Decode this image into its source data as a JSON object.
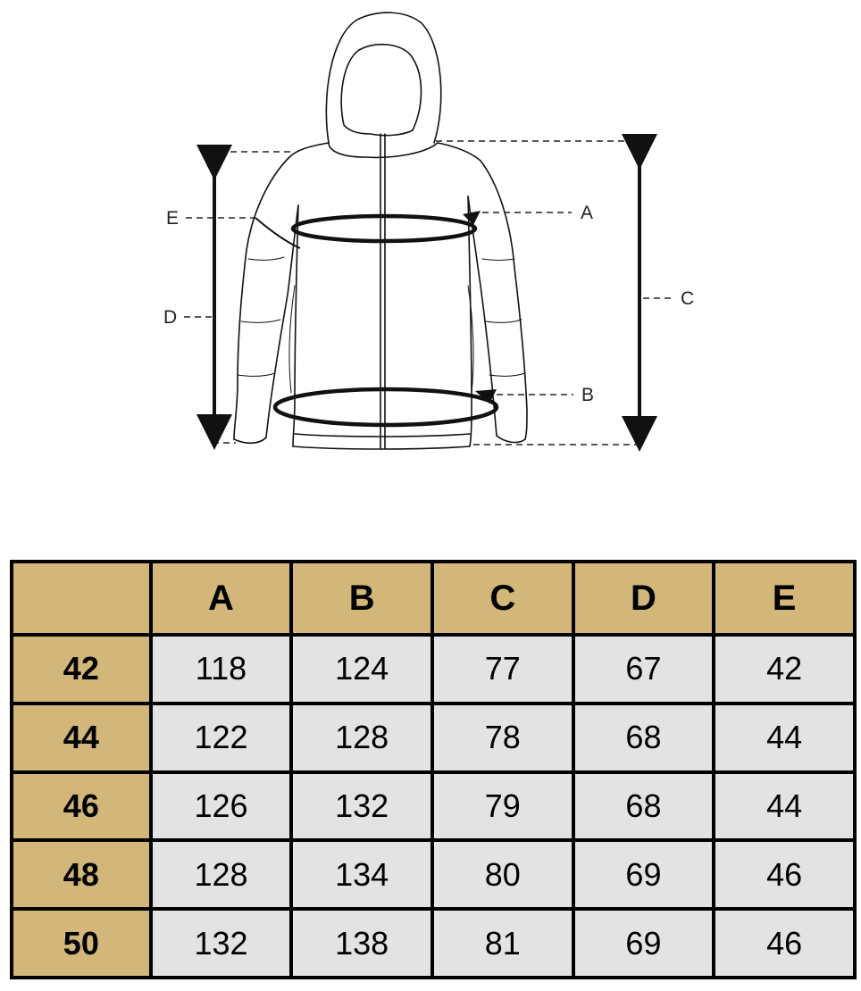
{
  "diagram": {
    "labels": {
      "a": "A",
      "b": "B",
      "c": "C",
      "d": "D",
      "e": "E"
    },
    "colors": {
      "outline": "#111111",
      "dashed": "#222222",
      "arrow": "#111111"
    }
  },
  "table": {
    "colors": {
      "header_bg": "#d3b679",
      "cell_bg": "#e3e3e3",
      "grid": "#000000"
    },
    "corner": "",
    "columns": [
      "A",
      "B",
      "C",
      "D",
      "E"
    ],
    "rows": [
      {
        "size": "42",
        "values": [
          "118",
          "124",
          "77",
          "67",
          "42"
        ]
      },
      {
        "size": "44",
        "values": [
          "122",
          "128",
          "78",
          "68",
          "44"
        ]
      },
      {
        "size": "46",
        "values": [
          "126",
          "132",
          "79",
          "68",
          "44"
        ]
      },
      {
        "size": "48",
        "values": [
          "128",
          "134",
          "80",
          "69",
          "46"
        ]
      },
      {
        "size": "50",
        "values": [
          "132",
          "138",
          "81",
          "69",
          "46"
        ]
      }
    ]
  }
}
